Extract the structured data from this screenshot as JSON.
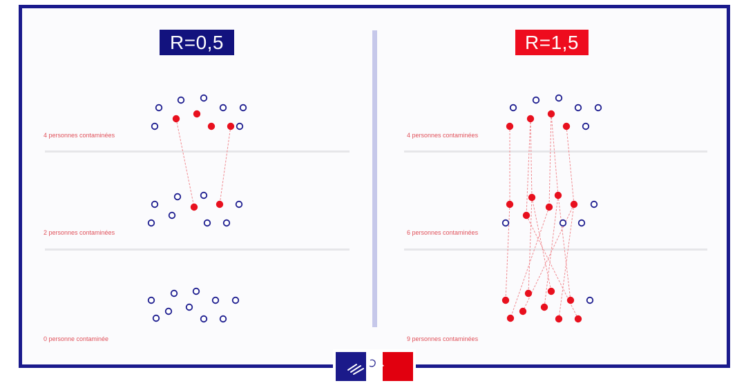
{
  "colors": {
    "border": "#1a1a8c",
    "left_badge": "#12127e",
    "right_badge": "#ee0c1e",
    "healthy": "#1d1d8f",
    "infected": "#e8101e",
    "link": "#f08a90",
    "label": "#e0515a"
  },
  "left": {
    "title": "R=0,5",
    "rows": [
      {
        "label": "4 personnes contaminées"
      },
      {
        "label": "2 personnes contaminées"
      },
      {
        "label": "0 personne contaminée"
      }
    ]
  },
  "right": {
    "title": "R=1,5",
    "rows": [
      {
        "label": "4 personnes contaminées"
      },
      {
        "label": "6 personnes contaminées"
      },
      {
        "label": "9 personnes contaminées"
      }
    ]
  },
  "logo": {
    "name": "marianne-logo"
  }
}
